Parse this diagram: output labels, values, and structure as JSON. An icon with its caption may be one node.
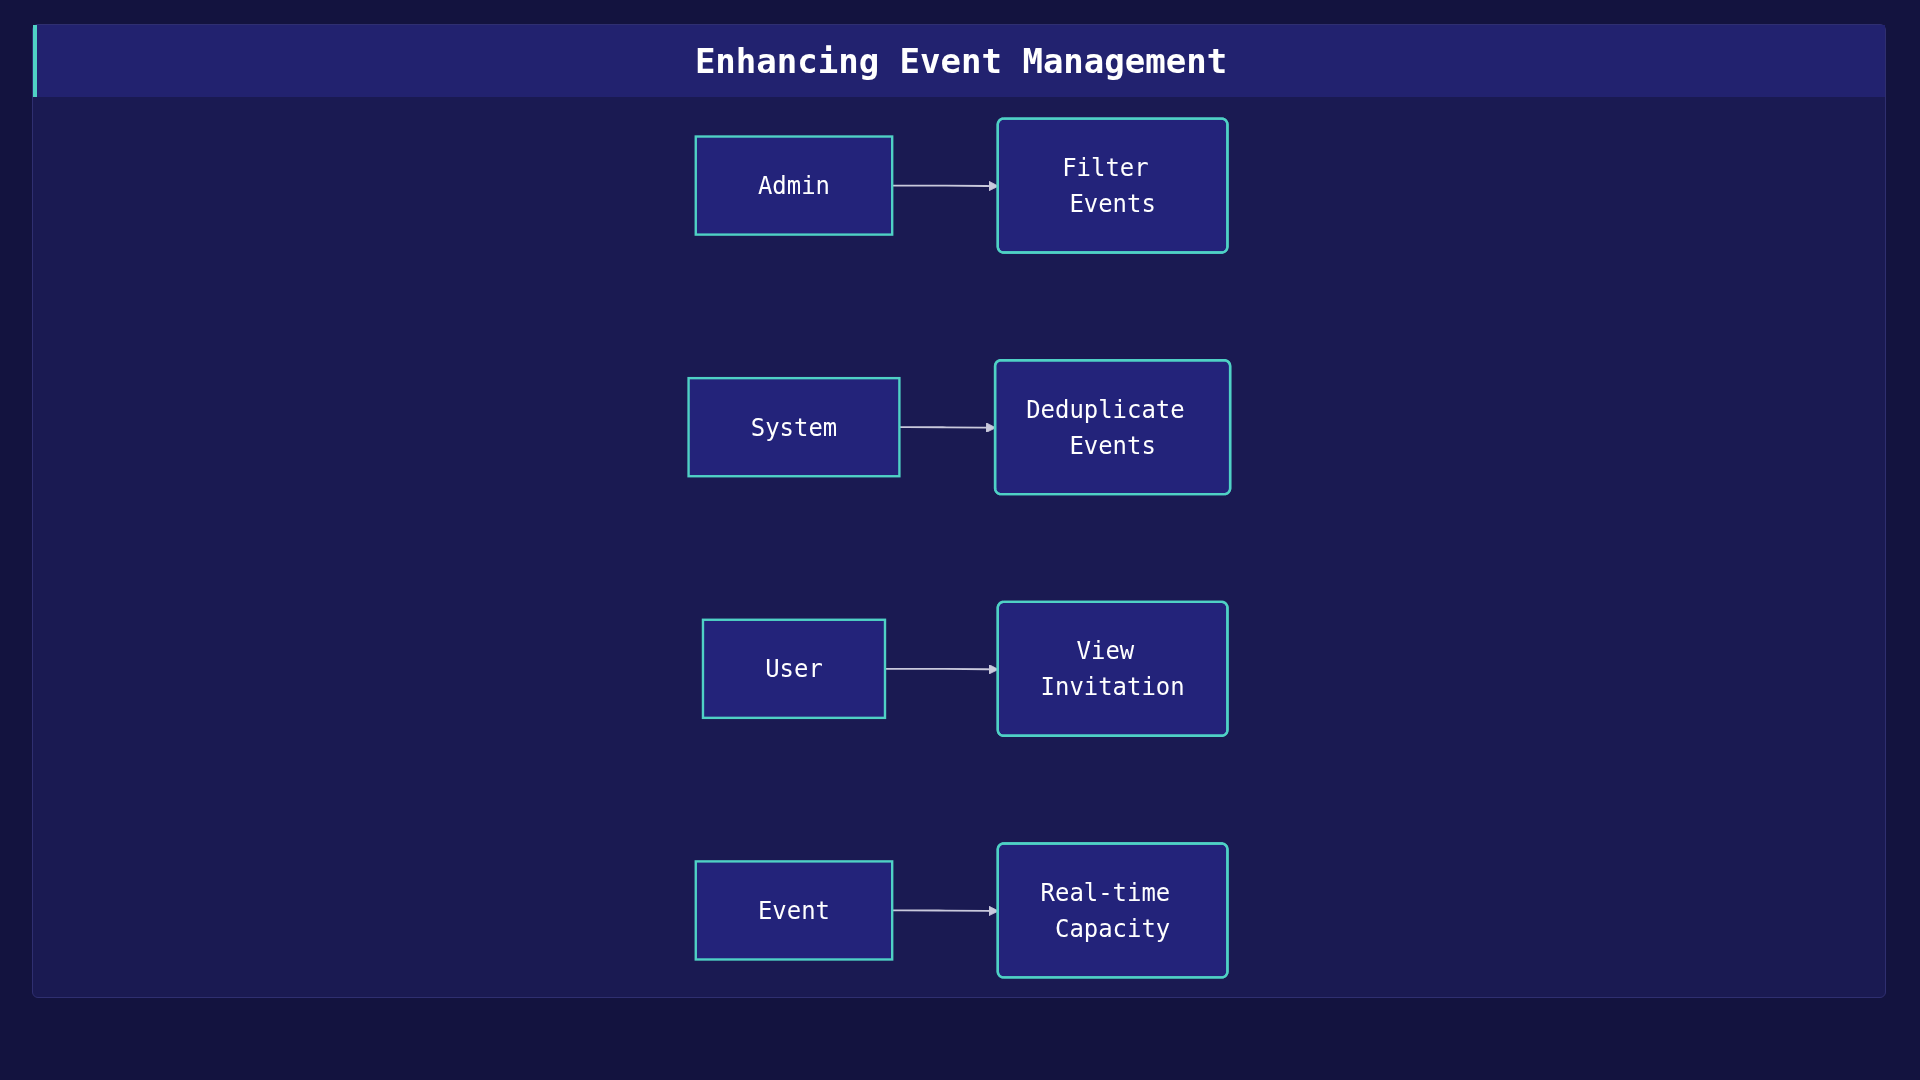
{
  "diagram": {
    "title": "Enhancing Event Management",
    "nodes": [
      {
        "text": [
          "Admin"
        ]
      },
      {
        "text": [
          "Filter Events"
        ]
      },
      {
        "text": [
          "System"
        ]
      },
      {
        "text": [
          "Deduplicate Events"
        ]
      },
      {
        "text": [
          "User"
        ]
      },
      {
        "text": [
          "View Invitation"
        ]
      },
      {
        "text": [
          "Event"
        ]
      },
      {
        "text": [
          "Real-time Capacity"
        ]
      }
    ],
    "edges": [
      {
        "from": 0,
        "to": 1,
        "arrow": "to"
      },
      {
        "from": 2,
        "to": 3,
        "arrow": "to"
      },
      {
        "from": 4,
        "to": 5,
        "arrow": "to"
      },
      {
        "from": 6,
        "to": 7,
        "arrow": "to"
      }
    ]
  }
}
